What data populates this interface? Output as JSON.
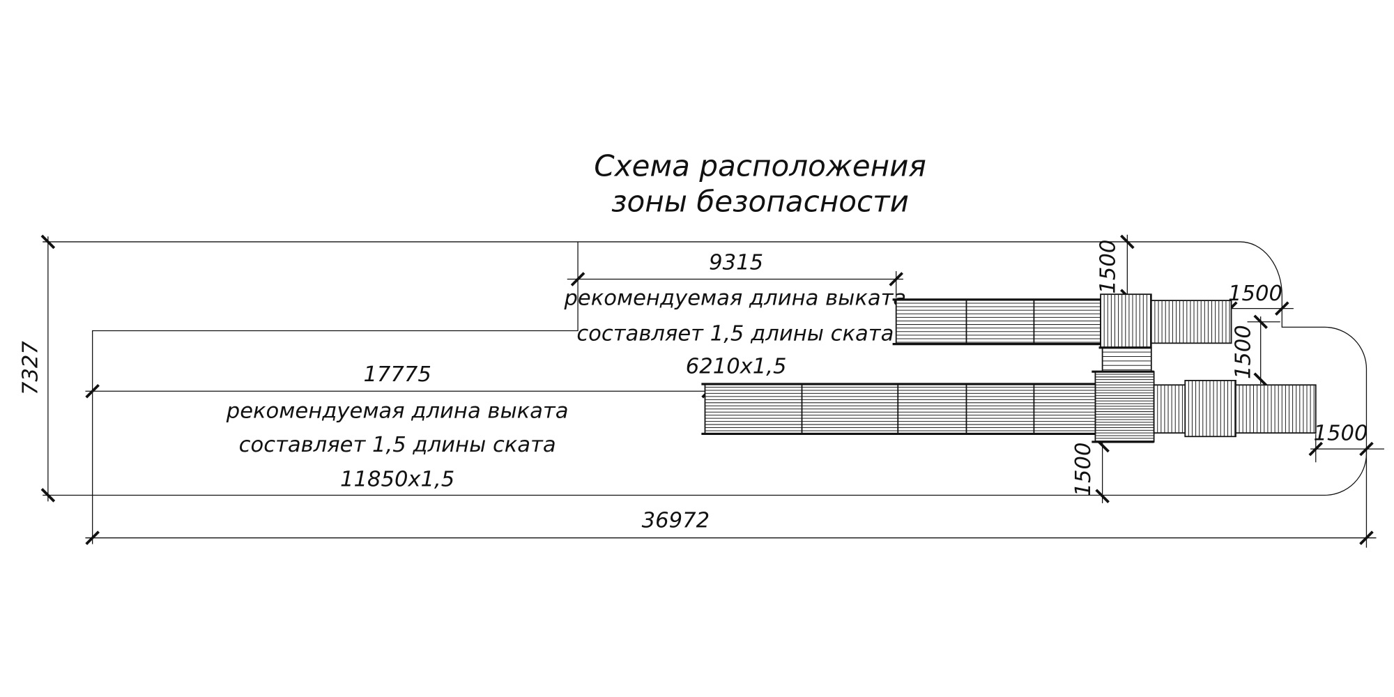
{
  "title": {
    "line1": "Схема расположения",
    "line2": "зоны безопасности"
  },
  "dimensions": {
    "total_height": "7327",
    "total_length": "36972",
    "upper_runout": "9315",
    "lower_runout": "17775",
    "clearance_top": "1500",
    "clearance_right_upper": "1500",
    "clearance_step": "1500",
    "clearance_right_lower": "1500",
    "clearance_bottom": "1500"
  },
  "notes": {
    "upper": {
      "line1": "рекомендуемая длина выката",
      "line2": "составляет 1,5 длины ската",
      "formula": "6210х1,5"
    },
    "lower": {
      "line1": "рекомендуемая длина выката",
      "line2": "составляет 1,5 длины ската",
      "formula": "11850х1,5"
    }
  }
}
